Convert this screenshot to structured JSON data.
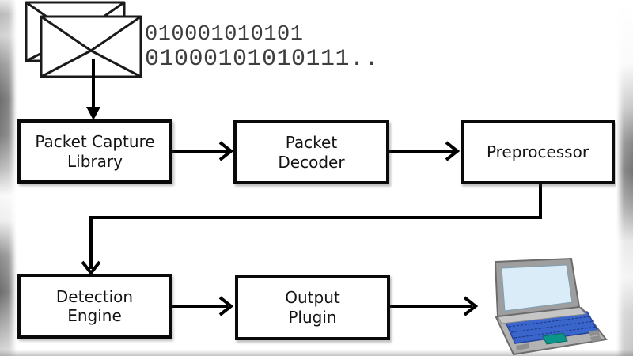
{
  "diagram": {
    "binary_lines": [
      "010001010101",
      "01000101010111.."
    ],
    "nodes": [
      {
        "id": "packet-capture-library",
        "label": "Packet Capture\nLibrary"
      },
      {
        "id": "packet-decoder",
        "label": "Packet\nDecoder"
      },
      {
        "id": "preprocessor",
        "label": "Preprocessor"
      },
      {
        "id": "detection-engine",
        "label": "Detection\nEngine"
      },
      {
        "id": "output-plugin",
        "label": "Output\nPlugin"
      }
    ],
    "icons": {
      "source": "envelopes-icon",
      "destination": "laptop-icon"
    },
    "colors": {
      "background": "#ffffff",
      "box_border": "#0a0a0a",
      "box_text": "#141414",
      "binary_text": "#3d3d3d",
      "arrow": "#000000",
      "laptop_screen": "#d9ecf8",
      "laptop_keys": "#3a66cc",
      "laptop_touchpad": "#0d9488",
      "laptop_body": "#b3b3b3",
      "edge_blur_gray": "#7e7e7e"
    }
  }
}
